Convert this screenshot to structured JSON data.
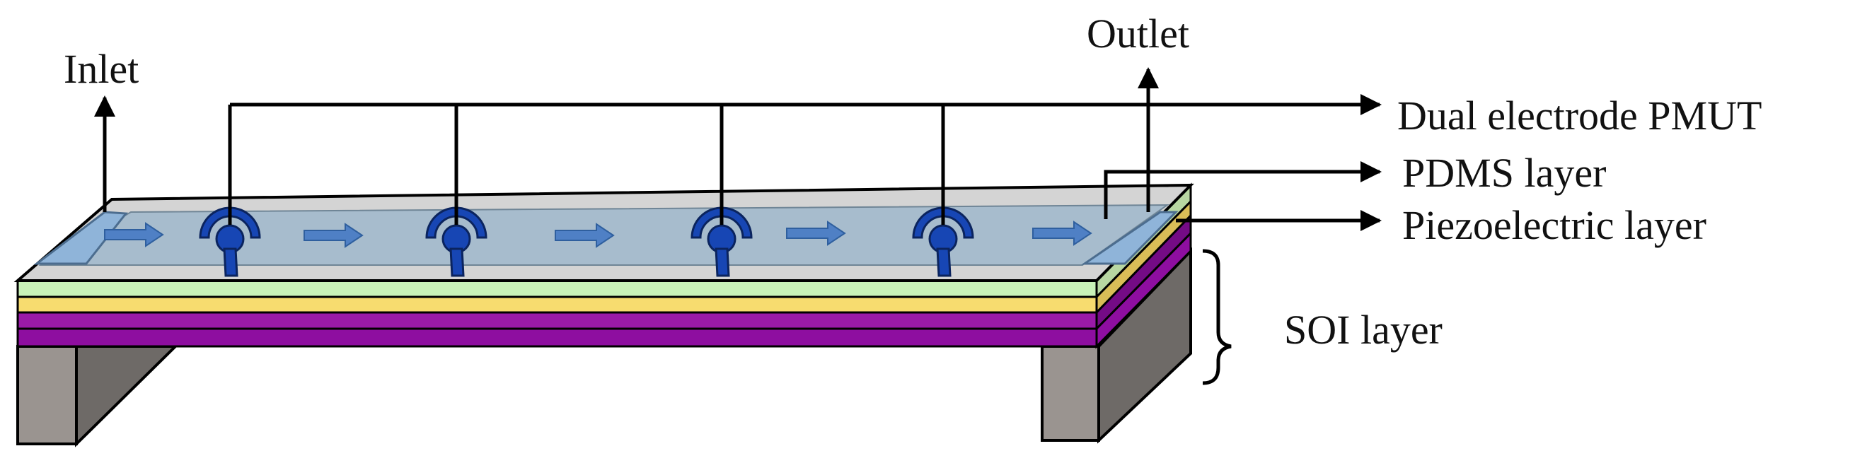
{
  "labels": {
    "inlet": "Inlet",
    "outlet": "Outlet",
    "pmut": "Dual electrode PMUT",
    "pdms": "PDMS layer",
    "piezo": "Piezoelectric layer",
    "soi": "SOI layer"
  },
  "colors": {
    "pdms_top": "#a7bccd",
    "pdms_edge": "#d0d0d0",
    "piezo": "#c9f2b8",
    "yellow_layer": "#f7dc6f",
    "purple_layer": "#8e0ea0",
    "support": "#9a9490",
    "electrode": "#1746b4",
    "flow_arrow": "#4f80c5",
    "port": "#8fb4d9"
  },
  "counts": {
    "pmut_elements": 4,
    "flow_arrows": 5
  }
}
